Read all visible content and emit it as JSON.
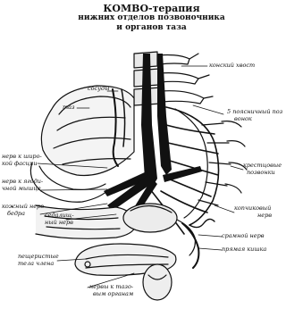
{
  "title": {
    "line1": "КОМВО-терапия",
    "line2": "нижних отделов позвоночника",
    "line3": "и органов таза"
  },
  "labels": {
    "konsky_hvost": "конский хвост",
    "sosudy": "сосуды",
    "taz": "таз",
    "lumbar_1": "5 поясничный поз",
    "lumbar_2": "вонок",
    "nerve_fascia_1": "нерв к широ-",
    "nerve_fascia_2": "кой фасции",
    "nerve_gluteal_1": "нерв к ягоди-",
    "nerve_gluteal_2": "чной мышце",
    "skin_thigh_1": "кожный нерв",
    "skin_thigh_2": "бедра",
    "sciatic_1": "седалищ-",
    "sciatic_2": "ный нерв",
    "sacral_1": "крестцовые",
    "sacral_2": "позвонки",
    "coccygeal_1": "копчиковый",
    "coccygeal_2": "нерв",
    "pudendal": "срамной нерв",
    "rectum": "прямая кишка",
    "cavernous_1": "пещеристые",
    "cavernous_2": "тела члена",
    "pelvic_organs_1": "нервы к тазо-",
    "pelvic_organs_2": "вым органам"
  },
  "colors": {
    "ink": "#111111",
    "paper": "#ffffff"
  }
}
